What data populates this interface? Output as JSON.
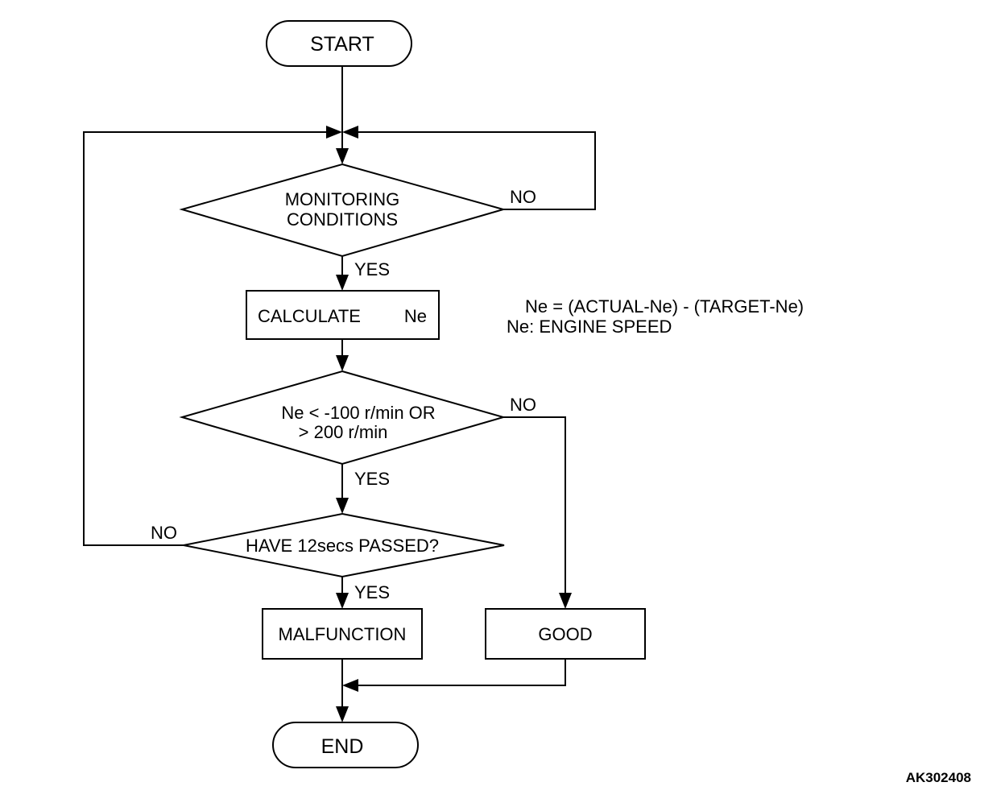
{
  "flowchart": {
    "start": "START",
    "end": "END",
    "decision_monitoring": [
      "MONITORING",
      "CONDITIONS"
    ],
    "process_calculate": "CALCULATE",
    "process_calculate_var": "Ne",
    "decision_threshold": [
      "Ne < -100 r/min OR",
      "> 200 r/min"
    ],
    "decision_time": "HAVE 12secs PASSED?",
    "result_malfunction": "MALFUNCTION",
    "result_good": "GOOD",
    "labels": {
      "yes": "YES",
      "no": "NO"
    },
    "note_formula": "Ne = (ACTUAL-Ne) - (TARGET-Ne)",
    "note_definition": "Ne: ENGINE SPEED",
    "figure_id": "AK302408"
  }
}
